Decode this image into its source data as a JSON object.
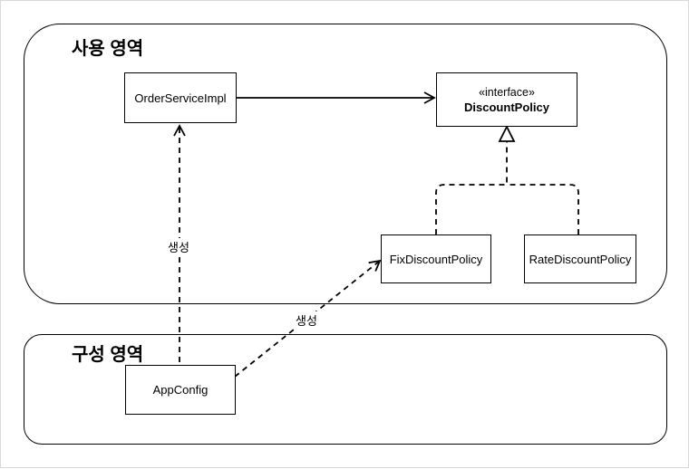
{
  "regions": {
    "usage": {
      "title": "사용 영역"
    },
    "config": {
      "title": "구성 영역"
    }
  },
  "classes": {
    "order_service": {
      "name": "OrderServiceImpl"
    },
    "discount_policy": {
      "stereotype": "«interface»",
      "name": "DiscountPolicy"
    },
    "fix_discount": {
      "name": "FixDiscountPolicy"
    },
    "rate_discount": {
      "name": "RateDiscountPolicy"
    },
    "app_config": {
      "name": "AppConfig"
    }
  },
  "edges": {
    "create_order": {
      "label": "생성"
    },
    "create_fix": {
      "label": "생성"
    }
  }
}
